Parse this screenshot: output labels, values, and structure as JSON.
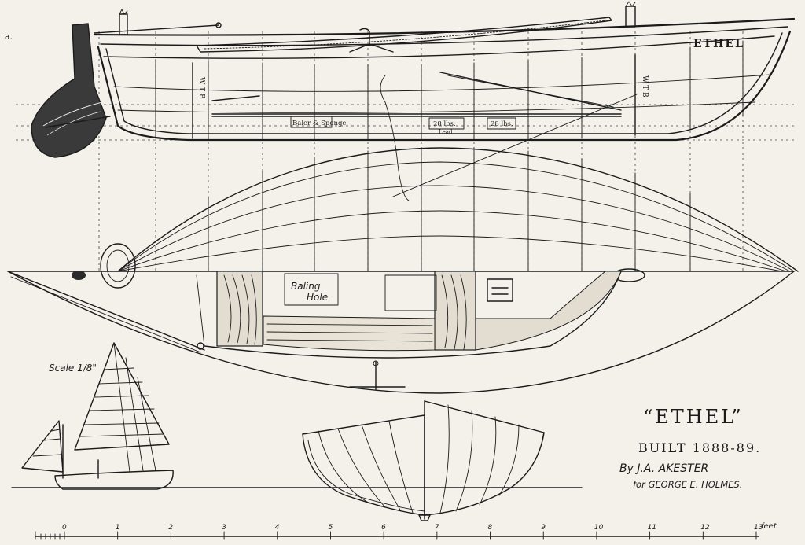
{
  "labels": {
    "corner_mark": "a.",
    "boat_name_hull": "ETHEL",
    "wtb_left": "W T B",
    "wtb_right": "W T B",
    "baler_sponge": "Baler & Sponge",
    "weight_1": "28 lbs.",
    "weight_1_sub": "Lead",
    "weight_2": "28 lbs.",
    "baling_1": "Baling",
    "baling_2": "Hole",
    "scale": "Scale 1/8\""
  },
  "title_block": {
    "name": "“ETHEL”",
    "built": "BUILT 1888-89.",
    "designer": "By  J.A. AKESTER",
    "owner": "for  GEORGE E. HOLMES."
  },
  "scale_bar": {
    "ticks": [
      "0",
      "1",
      "2",
      "3",
      "4",
      "5",
      "6",
      "7",
      "8",
      "9",
      "10",
      "11",
      "12",
      "13"
    ],
    "unit": "feet"
  }
}
